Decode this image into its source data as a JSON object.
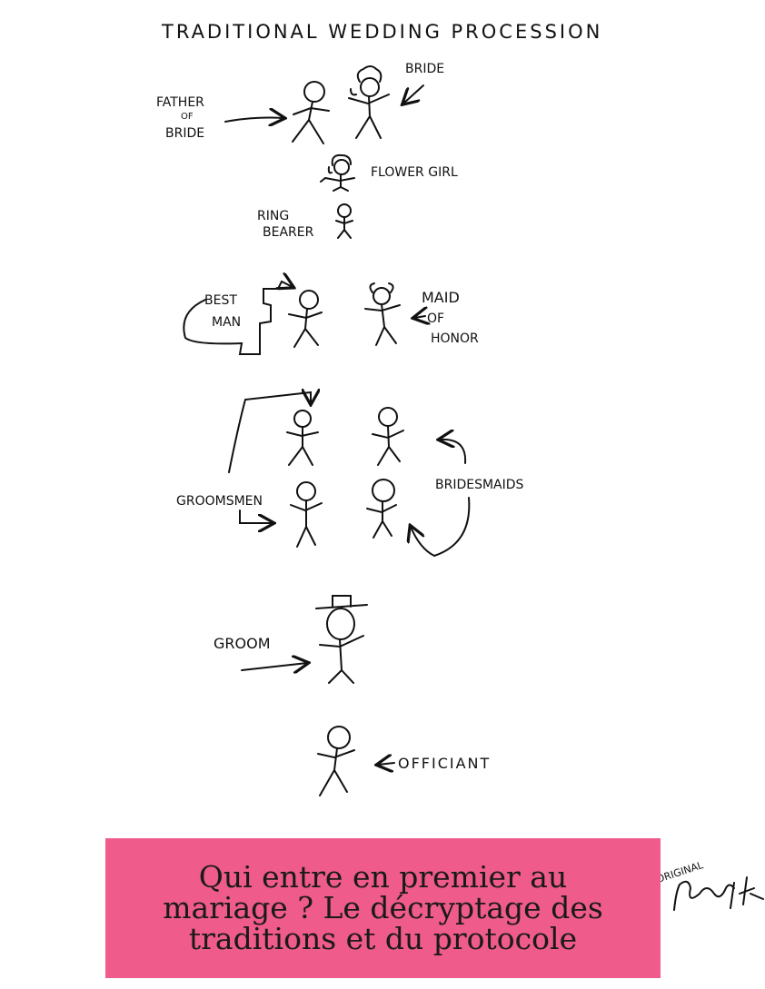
{
  "diagram": {
    "title": "TRADITIONAL WEDDING PROCESSION",
    "labels": {
      "bride": "BRIDE",
      "father_of_bride": [
        "FATHER",
        "OF",
        "BRIDE"
      ],
      "flower_girl": "FLOWER GIRL",
      "ring_bearer": [
        "RING",
        "BEARER"
      ],
      "best_man": [
        "BEST",
        "MAN"
      ],
      "maid_of_honor": [
        "MAID",
        "OF",
        "HONOR"
      ],
      "groomsmen": "GROOMSMEN",
      "bridesmaids": "BRIDESMAIDS",
      "groom": "GROOM",
      "officiant": "OFFICIANT"
    },
    "corner_note": "ORIGINAL"
  },
  "banner": {
    "title": "Qui entre en premier au mariage ? Le décryptage des traditions et du protocole",
    "color": "#ef5b8a"
  }
}
